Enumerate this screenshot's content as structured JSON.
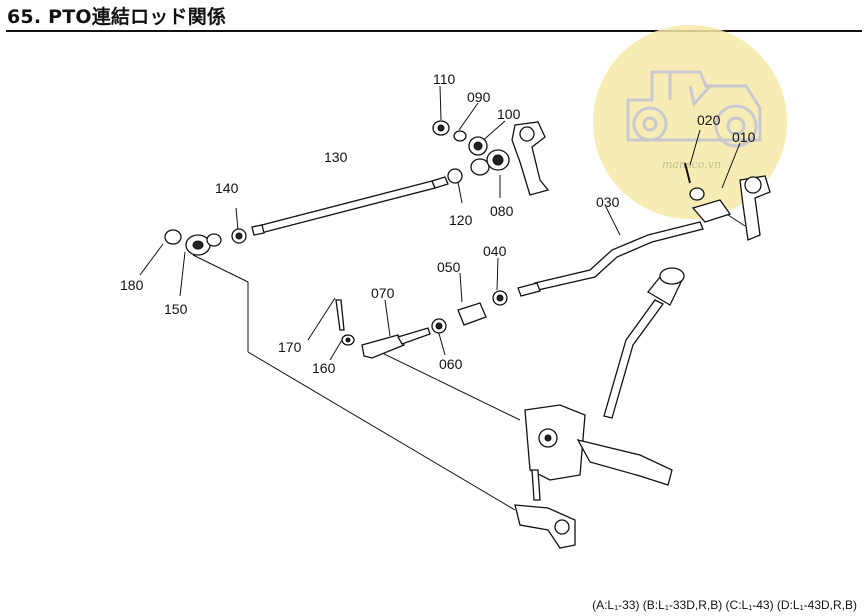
{
  "title": "65. PTO連結ロッド関係",
  "watermark": {
    "text": "mansco.vn",
    "circle_color": "#f7e9a8",
    "icon": "tractor-icon"
  },
  "parts": {
    "p010": "010",
    "p020": "020",
    "p030": "030",
    "p040": "040",
    "p050": "050",
    "p060": "060",
    "p070": "070",
    "p080": "080",
    "p090": "090",
    "p100": "100",
    "p110": "110",
    "p120": "120",
    "p130": "130",
    "p140": "140",
    "p150": "150",
    "p160": "160",
    "p170": "170",
    "p180": "180"
  },
  "footer": "(A:L₁-33) (B:L₁-33D,R,B) (C:L₁-43) (D:L₁-43D,R,B)"
}
